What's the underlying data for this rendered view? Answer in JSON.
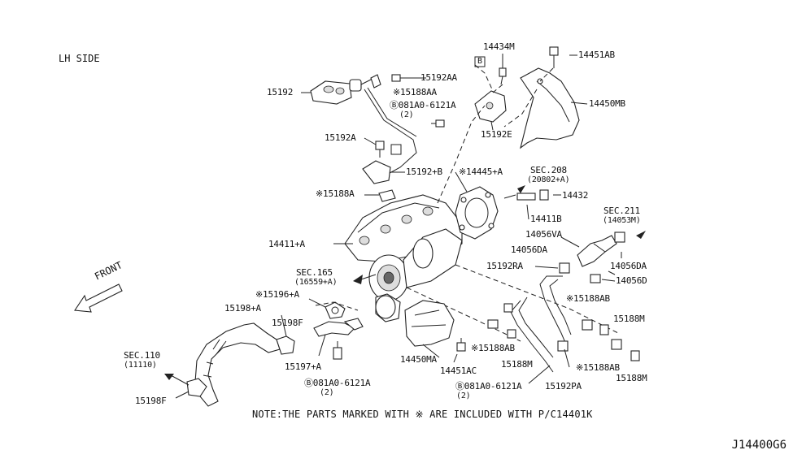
{
  "header": {
    "side": "LH SIDE"
  },
  "front_label": "FRONT",
  "callouts": {
    "c14434M": "14434M",
    "c14451AB": "14451AB",
    "c15192AA": "15192AA",
    "c15192": "15192",
    "c15188AA": "※15188AA",
    "c081A0_top": "Ⓑ081A0-6121A",
    "c081A0_top_qty": "(2)",
    "c14450MB": "14450MB",
    "c15192E": "15192E",
    "c15192A": "15192A",
    "c15192B": "15192+B",
    "c15188A": "※15188A",
    "c14445A": "※14445+A",
    "c_sec208": "SEC.208",
    "c_sec208_sub": "(20802+A)",
    "c14432": "14432",
    "c14411B": "14411B",
    "c_sec211": "SEC.211",
    "c_sec211_sub": "(14053M)",
    "c14056VA": "14056VA",
    "c14411A": "14411+A",
    "c14056DA": "14056DA",
    "c14056DA_r": "14056DA",
    "c14056D": "14056D",
    "c15192RA": "15192RA",
    "c_sec165": "SEC.165",
    "c_sec165_sub": "(16559+A)",
    "c15196A": "※15196+A",
    "c15188AB_1": "※15188AB",
    "c15188M_1": "15188M",
    "c15198A": "15198+A",
    "c15198F_top": "15198F",
    "c15188AB_2": "※15188AB",
    "c15188M_2": "15188M",
    "c15188AB_3": "※15188AB",
    "c15188M_3": "15188M",
    "c_sec110": "SEC.110",
    "c_sec110_sub": "(11110)",
    "c15197A": "15197+A",
    "c14450MA": "14450MA",
    "c14451AC": "14451AC",
    "c15192PA": "15192PA",
    "c081A0_bl": "Ⓑ081A0-6121A",
    "c081A0_bl_qty": "(2)",
    "c081A0_br": "Ⓑ081A0-6121A",
    "c081A0_br_qty": "(2)",
    "c15198F_bot": "15198F",
    "box_b": "B"
  },
  "note": "NOTE:THE PARTS MARKED WITH ※ ARE INCLUDED WITH P/C14401K",
  "diagram_code": "J14400G6"
}
